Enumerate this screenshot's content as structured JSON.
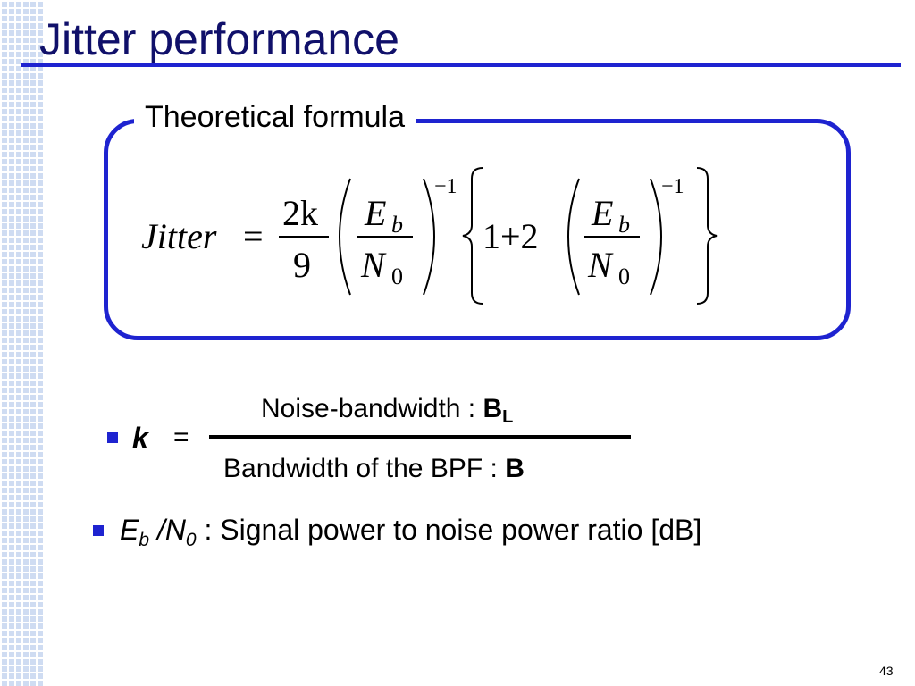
{
  "slide": {
    "title": "Jitter performance",
    "page_number": "43"
  },
  "formula_box": {
    "label": "Theoretical formula",
    "equation": {
      "lhs": "Jitter",
      "equals": "=",
      "coef_num": "2k",
      "coef_den": "9",
      "ratio_num": "E",
      "ratio_num_sub": "b",
      "ratio_den": "N",
      "ratio_den_sub": "0",
      "exponent": "−1",
      "one_plus_two": "1+2"
    }
  },
  "bullets": {
    "k_definition": {
      "variable": "k",
      "equals": "=",
      "numerator_text": "Noise-bandwidth : ",
      "numerator_symbol": "B",
      "numerator_symbol_sub": "L",
      "denominator_text": "Bandwidth of the BPF : ",
      "denominator_symbol": "B"
    },
    "ebn0_definition": {
      "symbol_e": "E",
      "symbol_e_sub": "b",
      "slash": "/",
      "symbol_n": "N",
      "symbol_n_sub": "0",
      "description": " : Signal power to noise power ratio [dB]"
    }
  },
  "colors": {
    "title": "#10106a",
    "accent": "#1e23d0",
    "grid_strip": "#cfdcf2"
  }
}
